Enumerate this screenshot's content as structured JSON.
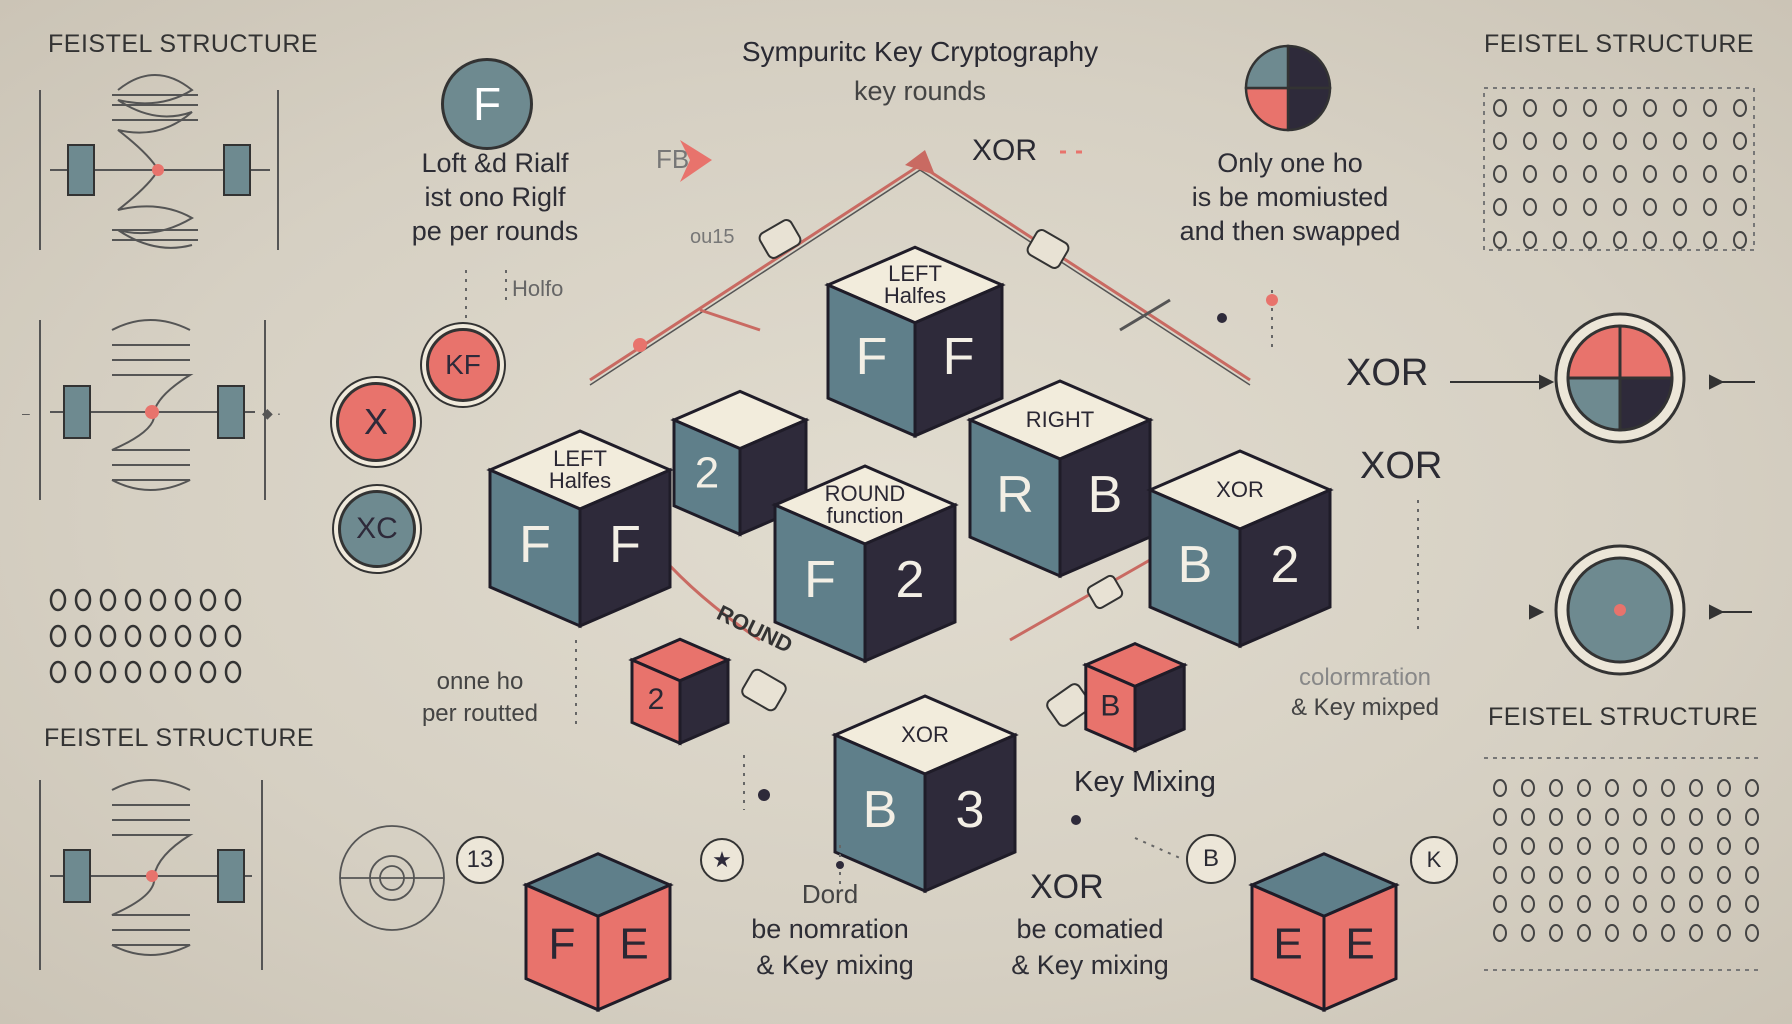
{
  "labels": {
    "tl_title": "FEISTEL STRUCTURE",
    "tr_title": "FEISTEL STRUCTURE",
    "bl_title": "FEISTEL STRUCTURE",
    "br_title": "FEISTEL STRUCTURE",
    "heading_line1": "Sympuritc Key Cryptography",
    "heading_line2": "key rounds",
    "note_left_1": "Loft &d Rialf",
    "note_left_2": "ist ono Riglf",
    "note_left_3": "pe per rounds",
    "note_halfo": "Holfo",
    "note_out": "ou15",
    "note_fb": "FB",
    "note_right_1": "Only one ho",
    "note_right_2": "is be momiusted",
    "note_right_3": "and then swapped",
    "xor_top": "XOR",
    "xor_right_a": "XOR",
    "xor_right_b": "XOR",
    "xor_bottom": "XOR",
    "note_onne_1": "onne ho",
    "note_onne_2": "per routted",
    "note_ration_1": "colormration",
    "note_ration_2": "& Key mixped",
    "key_mixing": "Key Mixing",
    "dord_1": "Dord",
    "dord_2": "be nomration",
    "dord_3": "& Key mixing",
    "xor_cap_2": "be comatied",
    "xor_cap_3": "& Key mixing",
    "round_label": "ROUND"
  },
  "icons": {
    "badge_f": "F",
    "badge_kf": "KF",
    "badge_x": "X",
    "badge_xc": "XC",
    "badge_13": "13",
    "badge_b": "B",
    "badge_k": "K"
  },
  "cubes": {
    "left": {
      "top": "LEFT\nHalfes",
      "front": "F",
      "side": "F"
    },
    "back_left": {
      "top": "",
      "front": "2",
      "side": ""
    },
    "top": {
      "top": "LEFT\nHalfes",
      "front": "F",
      "side": "F"
    },
    "round_fn": {
      "top": "ROUND\nfunction",
      "front": "F",
      "side": "2"
    },
    "right": {
      "top": "RIGHT",
      "front": "R",
      "side": "B"
    },
    "far_right": {
      "top": "XOR",
      "front": "B",
      "side": "2"
    },
    "bottom": {
      "top": "XOR",
      "front": "B",
      "side": "3"
    },
    "bl_small": {
      "top": "",
      "front": "2",
      "side": ""
    },
    "br_small": {
      "top": "",
      "front": "B",
      "side": ""
    },
    "fe_left": {
      "top": "",
      "front": "F",
      "side": "E"
    },
    "fe_right": {
      "top": "",
      "front": "E",
      "side": "E"
    }
  },
  "colors": {
    "background": "#d8d2c6",
    "teal": "#5f7f8a",
    "dark": "#2e2a3a",
    "cream": "#f2ecdc",
    "coral": "#e8736c",
    "line": "#555"
  }
}
